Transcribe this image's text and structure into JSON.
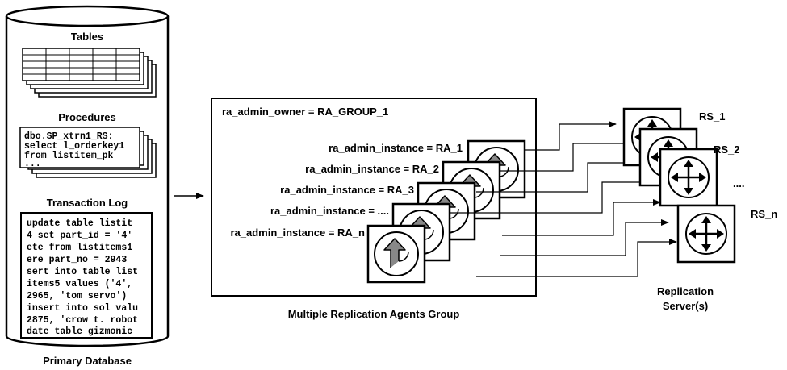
{
  "primary_database": {
    "caption": "Primary Database",
    "tables_label": "Tables",
    "procedures_label": "Procedures",
    "procedure_lines": [
      "dbo.SP_xtrn1_RS:",
      "select l_orderkey1",
      "from listitem_pk",
      "..."
    ],
    "transaction_log_label": "Transaction Log",
    "log_lines": [
      "update table listit",
      "4 set part_id = '4'",
      "ete from listitems1",
      "ere part_no = 2943",
      "sert into table list",
      "items5 values ('4',",
      "2965, 'tom servo')",
      "insert into sol valu",
      "2875, 'crow t. robot",
      "date table gizmonic"
    ]
  },
  "agents_group": {
    "caption": "Multiple Replication Agents Group",
    "owner_label": "ra_admin_owner = RA_GROUP_1",
    "instance_labels": [
      "ra_admin_instance = RA_1",
      "ra_admin_instance = RA_2",
      "ra_admin_instance = RA_3",
      "ra_admin_instance = ....",
      "ra_admin_instance = RA_n"
    ]
  },
  "replication_servers": {
    "caption_line1": "Replication",
    "caption_line2": "Server(s)",
    "labels": [
      "RS_1",
      "RS_2",
      "....",
      "RS_n"
    ]
  }
}
